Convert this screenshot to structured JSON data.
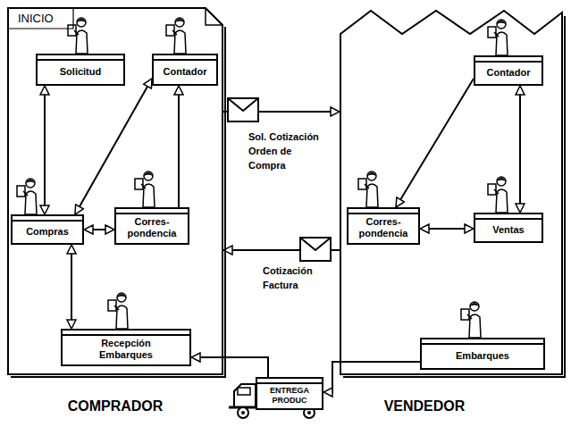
{
  "diagram": {
    "nodes": [
      {
        "text": [
          "INICIO",
          "COMPRADOR"
        ]
      },
      {
        "text": [
          "Solicitud"
        ],
        "in": 0
      },
      {
        "text": [
          "Contador"
        ],
        "in": 0
      },
      {
        "text": [
          "Compras"
        ],
        "in": 0
      },
      {
        "text": [
          "Corres- pondencia"
        ],
        "in": 0
      },
      {
        "text": [
          "Recepción Embarques"
        ],
        "in": 0
      },
      {
        "text": [
          "VENDEDOR"
        ]
      },
      {
        "text": [
          "Contador"
        ],
        "in": 6
      },
      {
        "text": [
          "Corres- pondencia"
        ],
        "in": 6
      },
      {
        "text": [
          "Ventas"
        ],
        "in": 6
      },
      {
        "text": [
          "Embarques"
        ],
        "in": 6
      },
      {
        "text": [
          "ENTREGA PRODUC"
        ]
      }
    ],
    "edges": [
      {
        "from": 1,
        "to": 3,
        "arrow": "both"
      },
      {
        "from": 4,
        "to": 2,
        "arrow": "to"
      },
      {
        "from": 3,
        "to": 2,
        "arrow": "both"
      },
      {
        "from": 3,
        "to": 4,
        "arrow": "both"
      },
      {
        "from": 3,
        "to": 5,
        "arrow": "both"
      },
      {
        "from": 0,
        "to": 6,
        "label": "Sol. Cotización Orden de Compra",
        "arrow": "to"
      },
      {
        "from": 6,
        "to": 0,
        "label": "Cotización Factura",
        "arrow": "to"
      },
      {
        "from": 7,
        "to": 9,
        "arrow": "both"
      },
      {
        "from": 7,
        "to": 8,
        "arrow": "to"
      },
      {
        "from": 8,
        "to": 9,
        "arrow": "both"
      },
      {
        "from": 10,
        "to": 11,
        "arrow": "to"
      },
      {
        "from": 11,
        "to": 5,
        "arrow": "to"
      }
    ]
  }
}
